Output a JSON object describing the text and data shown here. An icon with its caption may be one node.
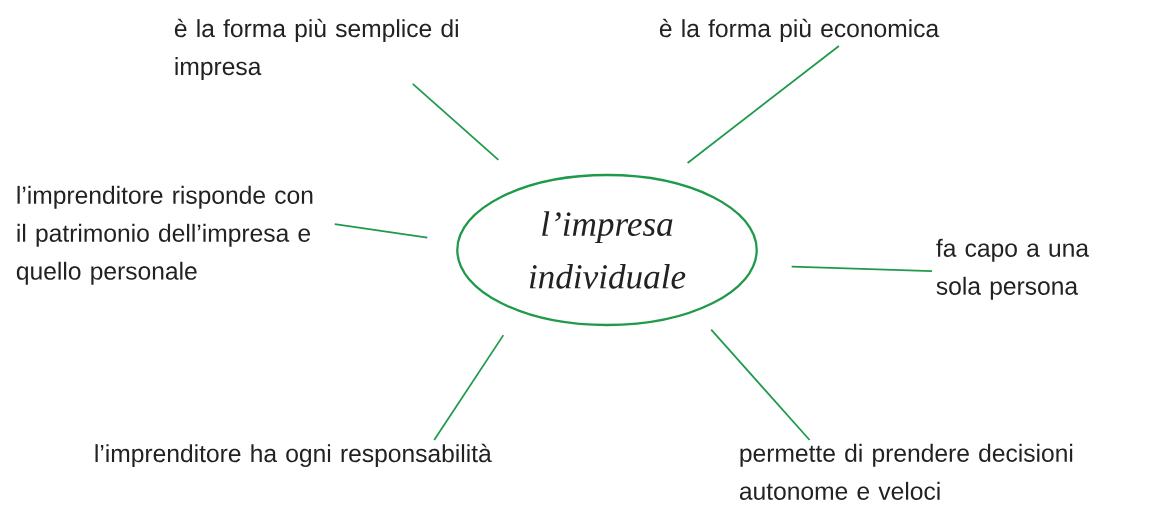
{
  "diagram": {
    "nodes": [
      {
        "text": [
          "l’impresa individuale"
        ]
      },
      {
        "text": [
          "è la forma più semplice di impresa"
        ]
      },
      {
        "text": [
          "è la forma più economica"
        ]
      },
      {
        "text": [
          "l’imprenditore risponde con il patrimonio dell’impresa e quello personale"
        ]
      },
      {
        "text": [
          "fa capo a una sola persona"
        ]
      },
      {
        "text": [
          "l’imprenditore ha ogni responsabilità"
        ]
      },
      {
        "text": [
          "permette di prendere decisioni autonome e veloci"
        ]
      }
    ],
    "edges": [
      {
        "from": 0,
        "to": 1,
        "arrow": "none"
      },
      {
        "from": 0,
        "to": 2,
        "arrow": "none"
      },
      {
        "from": 0,
        "to": 3,
        "arrow": "none"
      },
      {
        "from": 0,
        "to": 4,
        "arrow": "none"
      },
      {
        "from": 0,
        "to": 5,
        "arrow": "none"
      },
      {
        "from": 0,
        "to": 6,
        "arrow": "none"
      }
    ]
  }
}
